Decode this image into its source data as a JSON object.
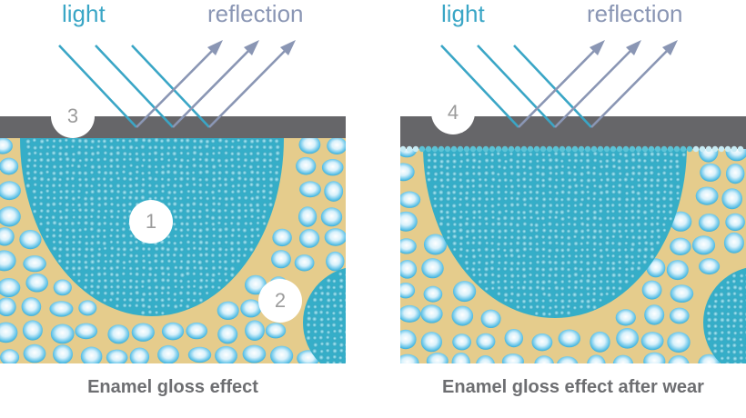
{
  "panels": [
    {
      "light_label": "light",
      "reflection_label": "reflection",
      "surface_marker": "3",
      "rod_marker": "1",
      "interrod_marker": "2",
      "caption": "Enamel gloss effect"
    },
    {
      "light_label": "light",
      "reflection_label": "reflection",
      "surface_marker": "4",
      "caption": "Enamel gloss effect after wear"
    }
  ],
  "colors": {
    "light_ray": "#3aa6c6",
    "reflection_ray": "#8a96b4",
    "surface_layer": "#666669",
    "matrix": "#e5cc8c",
    "crystal_core": "#ffffff",
    "crystal_edge": "#3fb0d8",
    "rod_fill": "#35aec8",
    "caption_text": "#6d6e71"
  }
}
